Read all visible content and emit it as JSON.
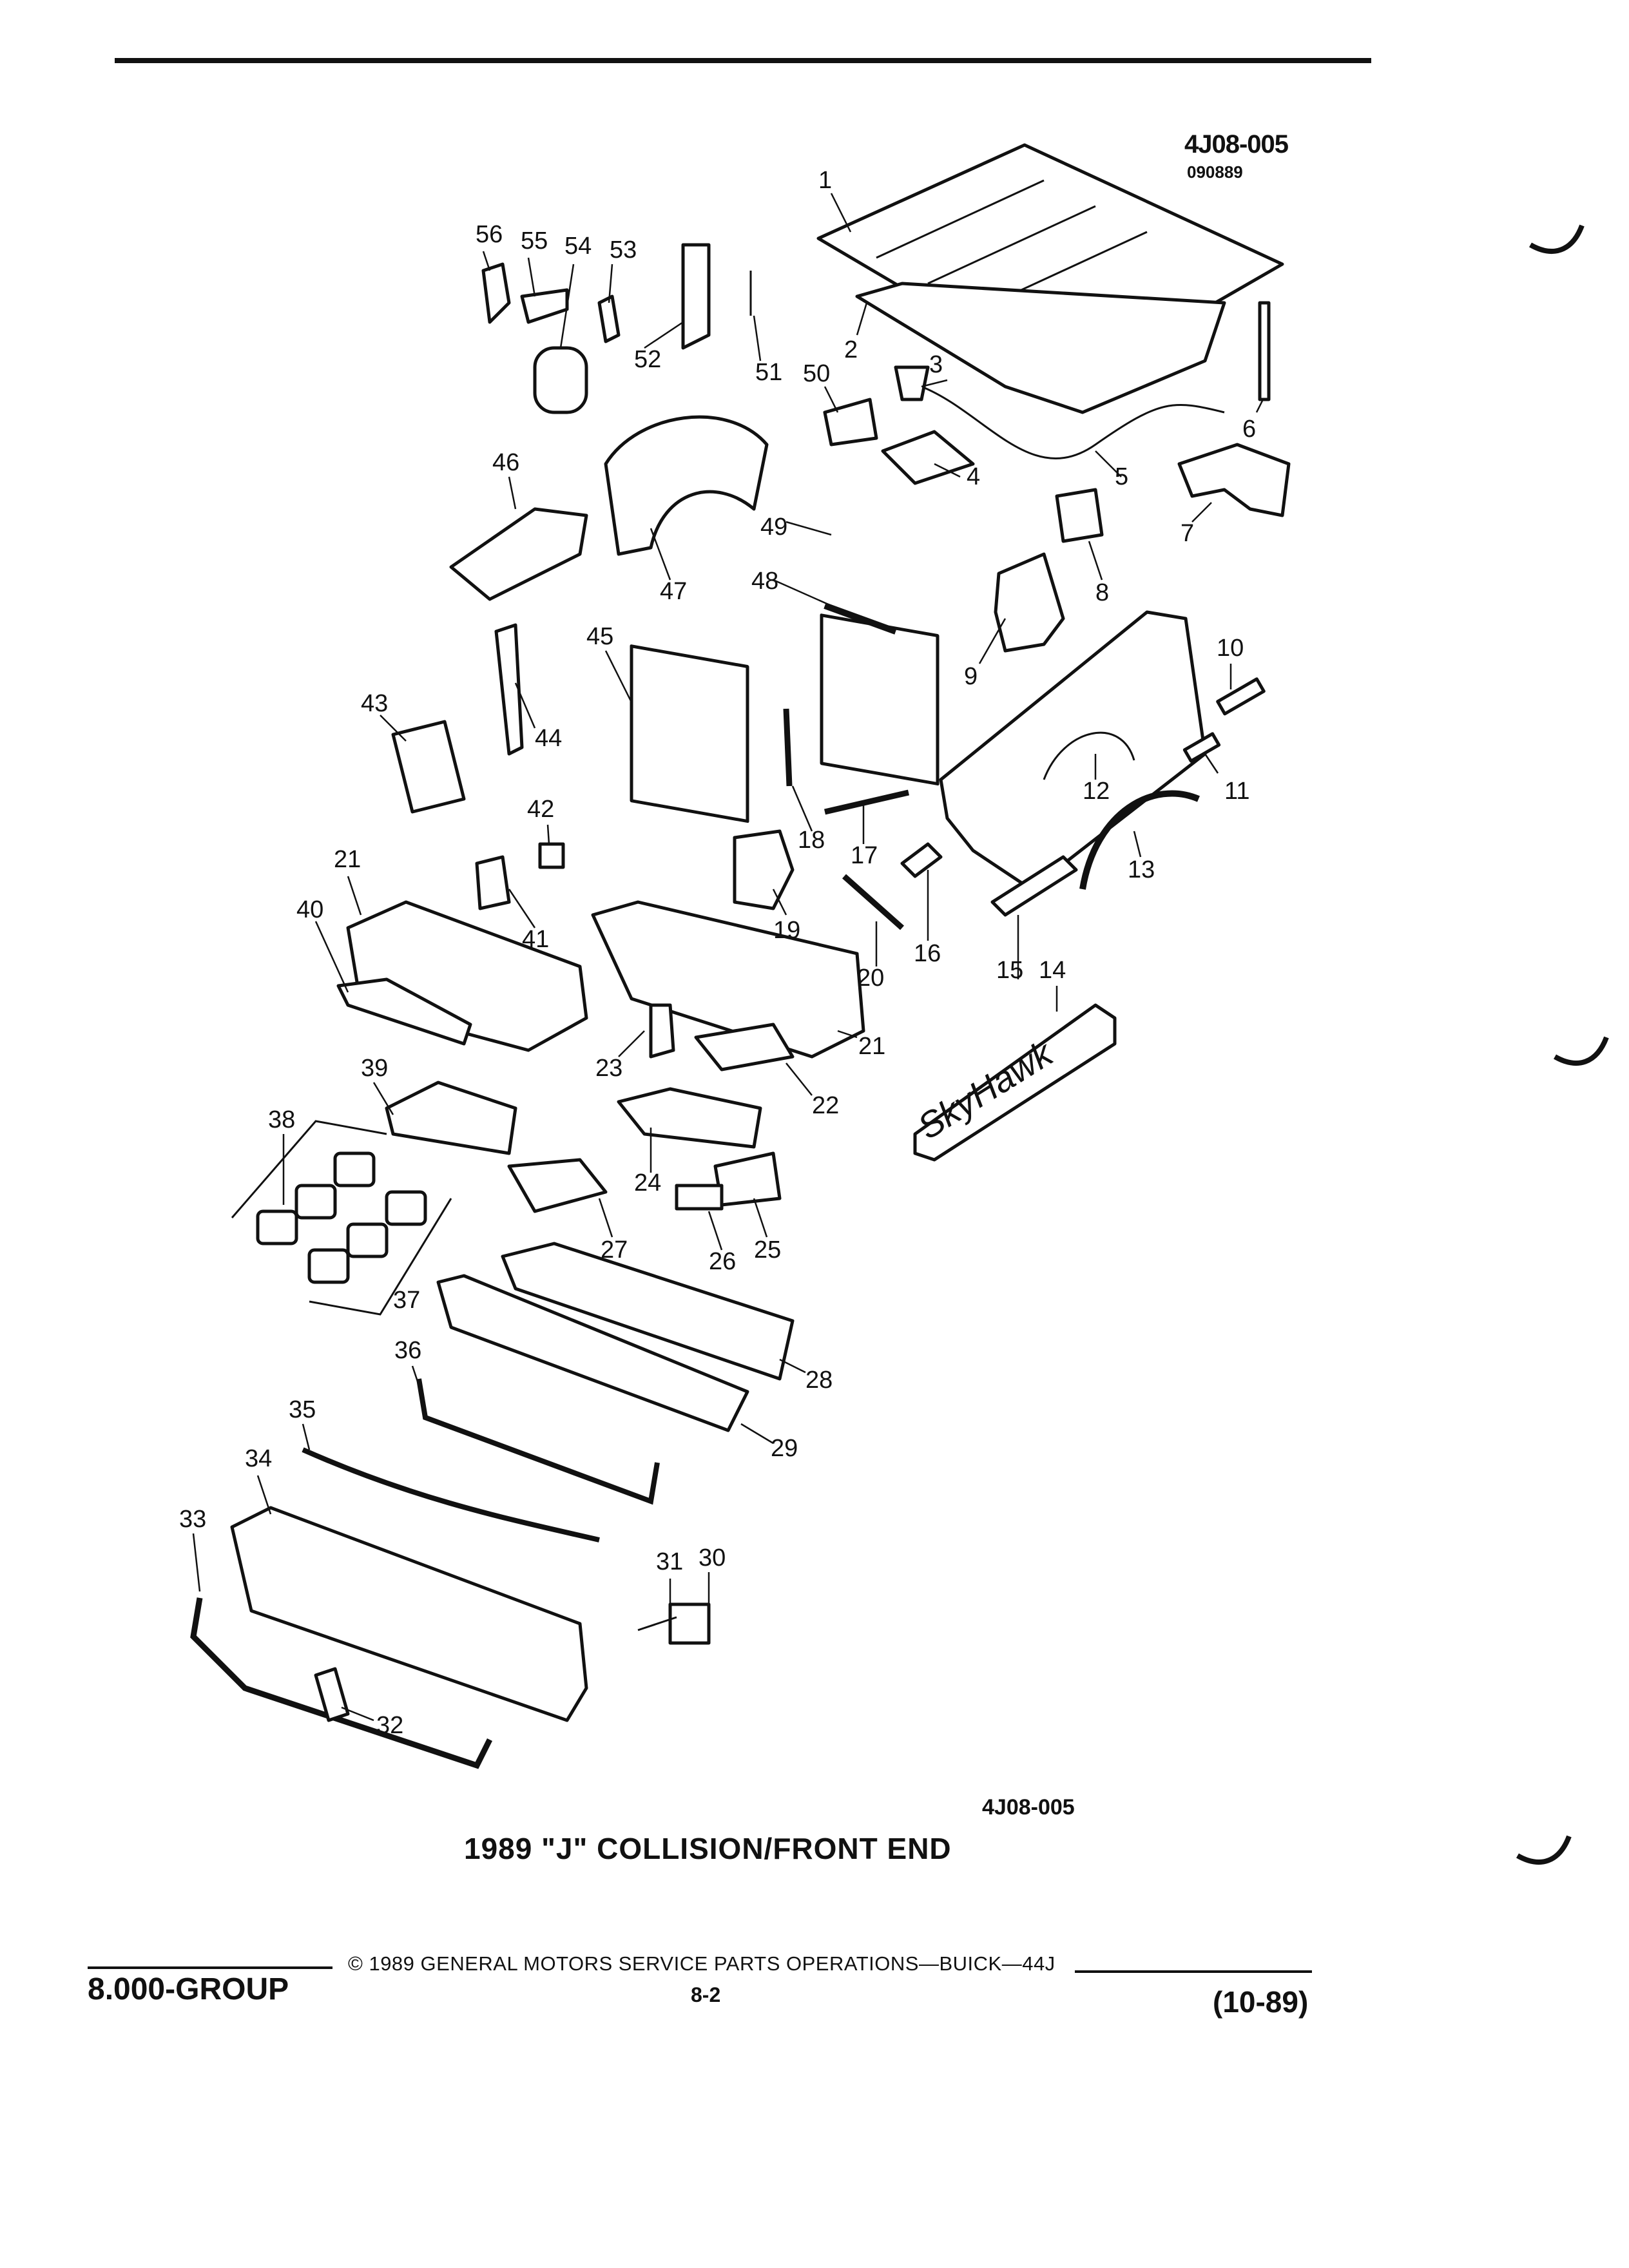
{
  "header": {
    "ref_code": "4J08-005",
    "ref_date": "090889"
  },
  "figure": {
    "caption": "1989 \"J\" COLLISION/FRONT END",
    "ref_code_bottom": "4J08-005",
    "callouts": [
      "1",
      "2",
      "3",
      "4",
      "5",
      "6",
      "7",
      "8",
      "9",
      "10",
      "11",
      "12",
      "13",
      "14",
      "15",
      "16",
      "17",
      "18",
      "19",
      "20",
      "21",
      "21",
      "22",
      "23",
      "24",
      "25",
      "26",
      "27",
      "28",
      "29",
      "30",
      "31",
      "32",
      "33",
      "34",
      "35",
      "36",
      "37",
      "38",
      "39",
      "40",
      "41",
      "42",
      "43",
      "44",
      "45",
      "46",
      "47",
      "48",
      "49",
      "50",
      "51",
      "52",
      "53",
      "54",
      "55",
      "56"
    ],
    "emblem_text": "SkyHawk"
  },
  "footer": {
    "group": "8.000-GROUP",
    "copyright": "© 1989 GENERAL MOTORS SERVICE PARTS OPERATIONS—BUICK—44J",
    "page": "8-2",
    "revision": "(10-89)"
  }
}
